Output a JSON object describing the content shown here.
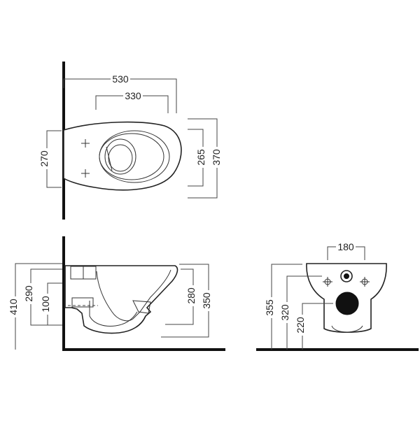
{
  "top_view": {
    "width_overall": "530",
    "width_fixing": "330",
    "depth_fixing": "270",
    "length_bowl": "265",
    "length_overall": "370"
  },
  "side_view": {
    "height_overall": "410",
    "height_rim": "290",
    "height_outlet": "100",
    "height_inner": "280",
    "height_total": "350"
  },
  "back_view": {
    "width_fixing": "180",
    "height_top": "355",
    "height_fixing": "320",
    "height_outlet": "220"
  }
}
